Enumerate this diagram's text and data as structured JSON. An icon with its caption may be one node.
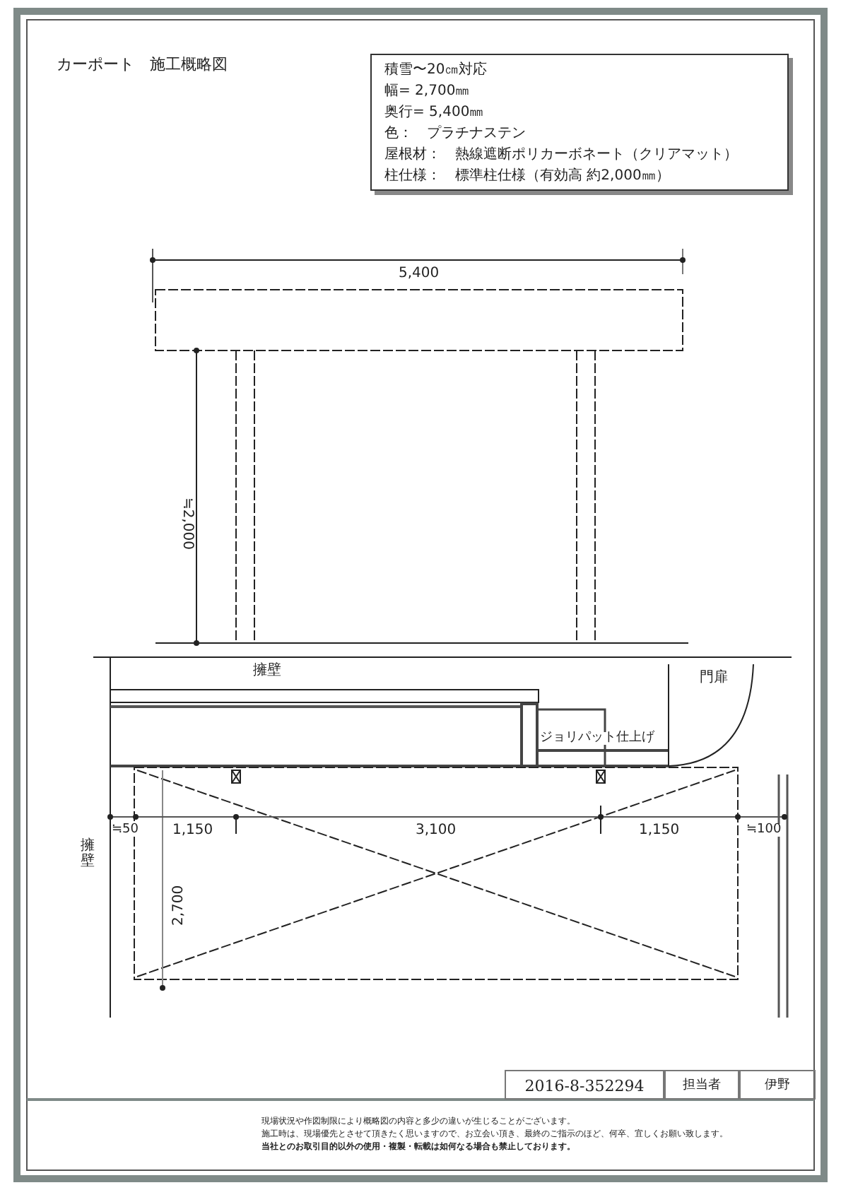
{
  "diagram": {
    "title": "カーポート　施工概略図",
    "nodes": [
      {
        "text": [
          "積雪〜20㎝対応",
          "幅= 2,700㎜",
          "奥行= 5,400㎜",
          "色：　プラチナステン",
          "屋根材：　熱線遮断ポリカーボネート（クリアマット）",
          "柱仕様：　標準柱仕様（有効高 約2,000㎜）"
        ]
      }
    ],
    "edges": [],
    "labels": [
      "5,400",
      "≒2,000",
      "擁壁",
      "門扉",
      "ジョリパット仕上げ",
      "≒50",
      "1,150",
      "3,100",
      "1,150",
      "≒100",
      "擁壁",
      "2,700",
      "2016-8-352294",
      "担当者",
      "伊野",
      "現場状況や作図制限により概略図の内容と多少の違いが生じることがございます。",
      "施工時は、現場優先とさせて頂きたく思いますので、お立会い頂き、最終のご指示のほど、何卒、宜しくお願い致します。",
      "当社とのお取引目的以外の使用・複製・転載は如何なる場合も禁止しております。"
    ]
  }
}
